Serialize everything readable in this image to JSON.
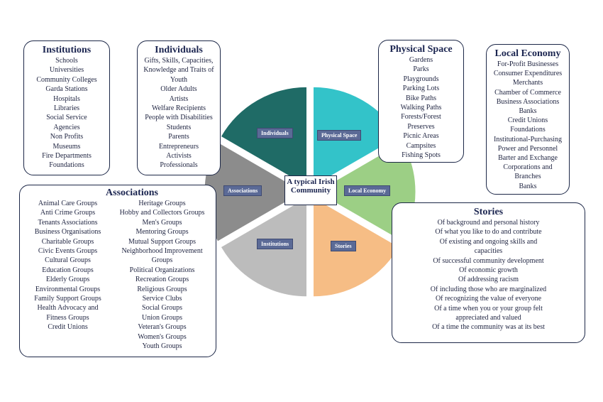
{
  "center_label": "A typical Irish Community",
  "slices": {
    "individuals": "Individuals",
    "physical_space": "Physical Space",
    "local_economy": "Local Economy",
    "stories": "Stories",
    "institutions": "Institutions",
    "associations": "Associations"
  },
  "colors": {
    "individuals": "#1f6b66",
    "physical_space": "#33c3c9",
    "local_economy": "#9ccf85",
    "stories": "#f6bd85",
    "institutions": "#bcbcbc",
    "associations": "#8c8c8c",
    "label_bg": "#5b6a96"
  },
  "institutions": {
    "title": "Institutions",
    "items": [
      "Schools",
      "Universities",
      "Community Colleges",
      "Garda Stations",
      "Hospitals",
      "Libraries",
      "Social Service",
      "Agencies",
      "Non Profits",
      "Museums",
      "Fire Departments",
      "Foundations"
    ]
  },
  "individuals": {
    "title": "Individuals",
    "items": [
      "Gifts, Skills, Capacities,",
      "Knowledge and Traits of",
      "Youth",
      "Older Adults",
      "Artists",
      "Welfare Recipients",
      "People with Disabilities",
      "Students",
      "Parents",
      "Entrepreneurs",
      "Activists",
      "Professionals"
    ]
  },
  "physical_space": {
    "title": "Physical Space",
    "items": [
      "Gardens",
      "Parks",
      "Playgrounds",
      "Parking Lots",
      "Bike Paths",
      "Walking Paths",
      "Forests/Forest",
      "Preserves",
      "Picnic Areas",
      "Campsites",
      "Fishing Spots"
    ]
  },
  "local_economy": {
    "title": "Local Economy",
    "items": [
      "For-Profit Businesses",
      "Consumer Expenditures",
      "Merchants",
      "Chamber of Commerce",
      "Business Associations",
      "Banks",
      "Credit Unions",
      "Foundations",
      "Institutional-Purchasing",
      "Power and Personnel",
      "Barter and Exchange",
      "Corporations and",
      "Branches",
      "Banks"
    ]
  },
  "associations": {
    "title": "Associations",
    "col1": [
      "Animal Care Groups",
      "Anti Crime Groups",
      "Tenants Associations",
      "Business Organisations",
      "Charitable Groups",
      "Civic Events Groups",
      "Cultural Groups",
      "Education Groups",
      "Elderly Groups",
      "Environmental Groups",
      "Family Support Groups",
      "Health Advocacy and",
      "Fitness Groups",
      "Credit Unions"
    ],
    "col2": [
      "Heritage Groups",
      "Hobby and Collectors Groups",
      "Men's Groups",
      "Mentoring Groups",
      "Mutual Support Groups",
      "Neighborhood Improvement",
      "Groups",
      "Political Organizations",
      "Recreation Groups",
      "Religious Groups",
      "Service Clubs",
      "Social Groups",
      "Union Groups",
      "Veteran's Groups",
      "Women's Groups",
      "Youth Groups"
    ]
  },
  "stories": {
    "title": "Stories",
    "items": [
      "Of background and personal history",
      "Of what you like to do and contribute",
      "Of existing and ongoing skills and",
      "capacities",
      "Of successful community development",
      "Of economic growth",
      "Of addressing racism",
      "Of including those who are marginalized",
      "Of recognizing the value of everyone",
      "Of a time when you or your group felt",
      "appreciated and valued",
      "Of a time the community was at its best"
    ]
  }
}
